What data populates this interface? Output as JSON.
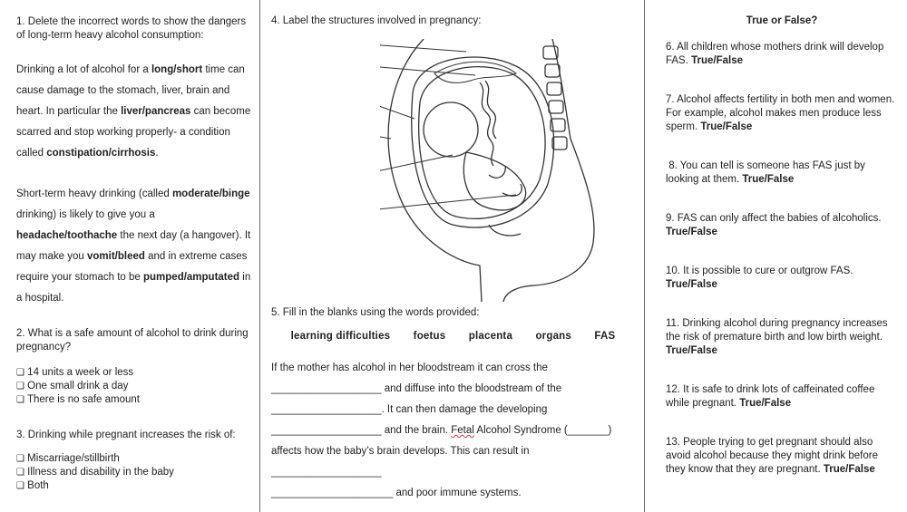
{
  "q1": {
    "heading": "1. Delete the incorrect words to show the dangers of long-term heavy alcohol consumption:",
    "p1": [
      {
        "t": "Drinking a lot of alcohol for a "
      },
      {
        "t": "long/short",
        "b": true
      },
      {
        "t": " time can cause damage to the stomach, liver, brain and heart. In particular the "
      },
      {
        "t": "liver/pancreas",
        "b": true
      },
      {
        "t": " can become scarred and stop working properly- a condition called "
      },
      {
        "t": "constipation/cirrhosis",
        "b": true
      },
      {
        "t": "."
      }
    ],
    "p2": [
      {
        "t": "Short-term heavy drinking (called "
      },
      {
        "t": "moderate/binge",
        "b": true
      },
      {
        "t": " drinking) is likely to give you a "
      },
      {
        "t": "headache/toothache",
        "b": true
      },
      {
        "t": " the next day (a hangover). It may make you "
      },
      {
        "t": "vomit/bleed",
        "b": true
      },
      {
        "t": " and in extreme cases require your stomach to be "
      },
      {
        "t": "pumped/amputated",
        "b": true
      },
      {
        "t": " in a hospital."
      }
    ]
  },
  "q2": {
    "heading": "2. What is a safe amount of alcohol to drink during pregnancy?",
    "options": [
      "14 units a week or less",
      "One small drink a day",
      "There is no safe amount"
    ]
  },
  "q3": {
    "heading": "3. Drinking while pregnant increases the risk of:",
    "options": [
      "Miscarriage/stillbirth",
      "Illness and disability in the baby",
      "Both"
    ]
  },
  "checkbox_glyph": "❑",
  "q4": {
    "heading": "4. Label the structures involved in pregnancy:"
  },
  "q5": {
    "heading": "5. Fill in the blanks using the words provided:",
    "words": [
      "learning difficulties",
      "foetus",
      "placenta",
      "organs",
      "FAS"
    ],
    "blank": "___________________",
    "blank_long": "_____________________",
    "l1": "If the mother has alcohol in her bloodstream it can cross the",
    "l2": " and diffuse into the bloodstream of the",
    "l3": ". It can then damage the developing",
    "l4a": " and the brain. ",
    "l4b": "Fetal",
    "l4c": " Alcohol Syndrome (",
    "l4blank": "_______",
    "l4d": ")",
    "l5": "affects how the baby’s brain develops. This can result in ",
    "l6": " and poor immune systems."
  },
  "tf": {
    "title": "True or False?",
    "items": [
      {
        "text": "6. All children whose mothers drink will develop FAS. ",
        "answer": "True/False"
      },
      {
        "text": "7. Alcohol affects fertility in both men and women. For example, alcohol makes men produce less sperm. ",
        "answer": "True/False"
      },
      {
        "text": " 8. You can tell is someone has FAS just by looking at them. ",
        "answer": "True/False"
      },
      {
        "text": "9. FAS can only affect the babies of alcoholics. ",
        "answer": "True/False"
      },
      {
        "text": "10. It is possible to cure or outgrow FAS. ",
        "answer": "True/False"
      },
      {
        "text": "11. Drinking alcohol during pregnancy increases the risk of premature birth and low birth weight. ",
        "answer": "True/False"
      },
      {
        "text": "12. It is safe to drink lots of caffeinated coffee while pregnant. ",
        "answer": "True/False"
      },
      {
        "text": "13. People trying to get pregnant should also avoid alcohol because they might drink before they know that they are pregnant. ",
        "answer": "True/False"
      }
    ]
  }
}
